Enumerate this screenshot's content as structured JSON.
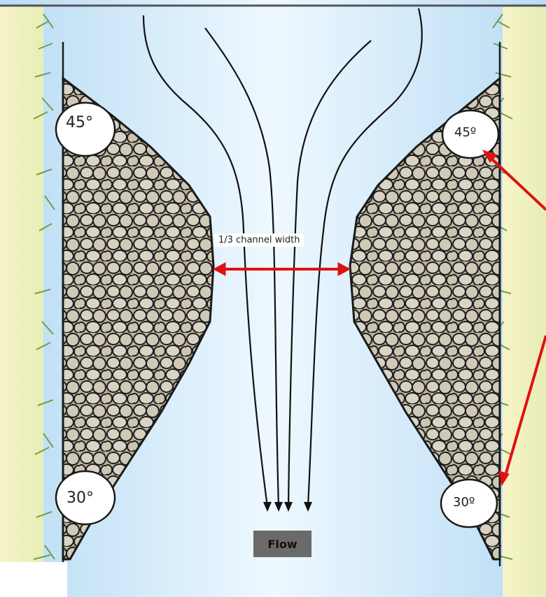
{
  "labels": {
    "channel_width": "1/3 channel width",
    "angle_45": "45º",
    "angle_30": "30º",
    "hand_45": "45°",
    "hand_30": "30°",
    "flow": "Flow"
  },
  "colors": {
    "water": "#d8eefc",
    "bank": "#f2efb8",
    "grass": "#7fae5a",
    "stone": "#c9c3b1",
    "stone_outline": "#1e1e1e",
    "arrow_red": "#e11111",
    "flow_box": "#6a6a6a"
  }
}
